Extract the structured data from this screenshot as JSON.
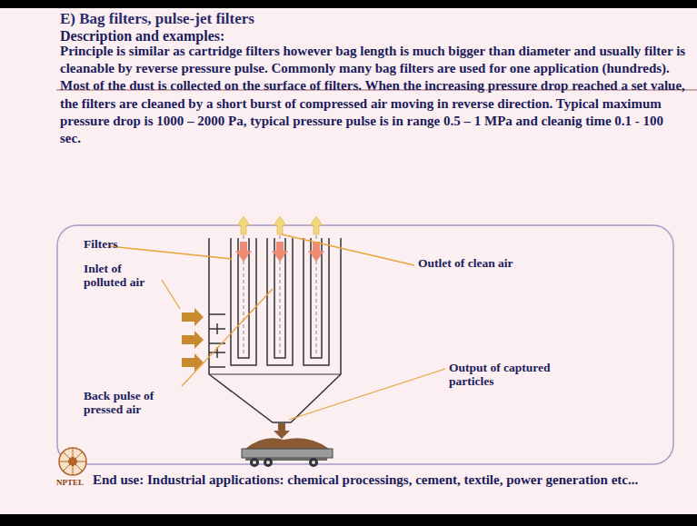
{
  "diagram": {
    "title": "E) Bag filters, pulse-jet filters",
    "labels": [
      "Description and examples:",
      "Principle is similar as cartridge filters however bag length is much bigger than diameter and usually filter is cleanable by reverse pressure pulse. Commonly many bag filters are used for one application (hundreds). Most of the dust is collected on the surface of filters. When the increasing pressure drop reached a set value, the filters are cleaned by a short burst of compressed air moving in reverse direction. Typical maximum pressure drop is 1000 – 2000 Pa, typical pressure pulse is in range 0.5 – 1 MPa and cleanig time 0.1 - 100 sec.",
      "Filters",
      "Inlet of polluted air",
      "Back pulse of pressed air",
      "Outlet of clean air",
      "Output of captured particles",
      "End use: Industrial applications: chemical processings, cement, textile, power generation etc...",
      "NPTEL"
    ]
  }
}
